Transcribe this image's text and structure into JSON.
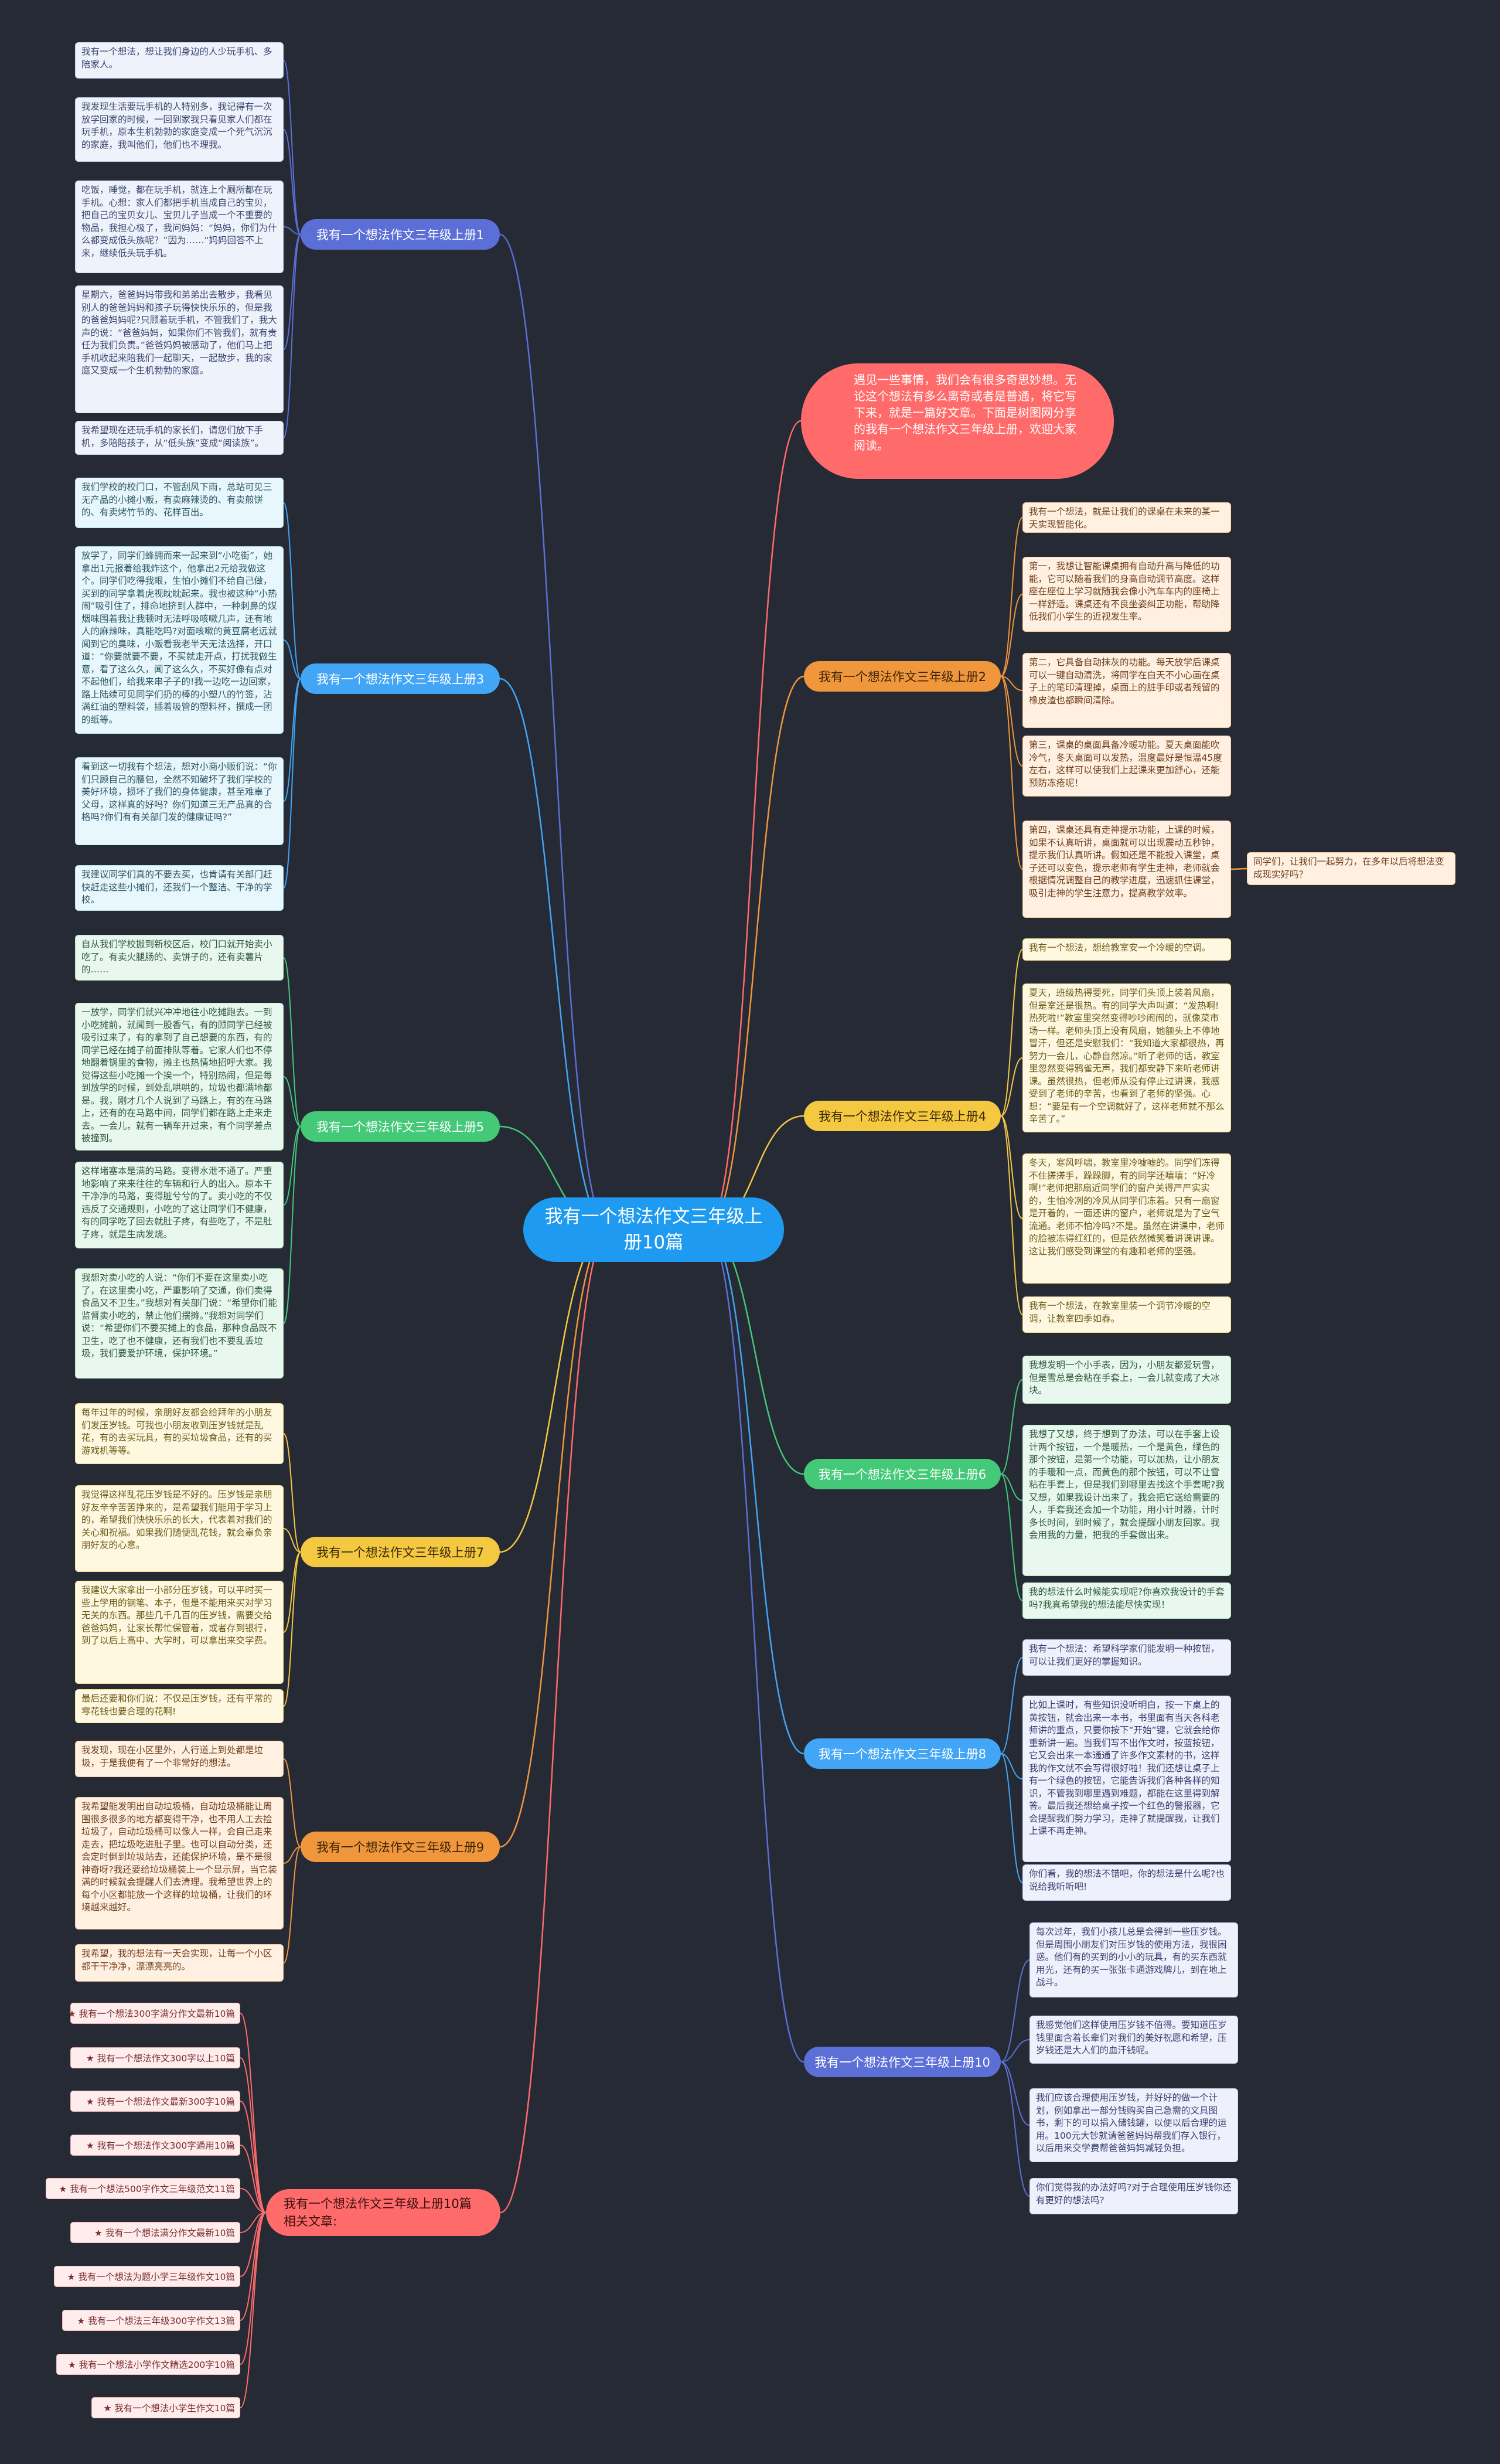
{
  "root": {
    "title": "我有一个想法作文三年级上册10篇"
  },
  "intro": {
    "text": "遇见一些事情，我们会有很多奇思妙想。无论这个想法有多么离奇或者是普通，将它写下来，就是一篇好文章。下面是树图网分享的我有一个想法作文三年级上册，欢迎大家阅读。"
  },
  "branches": {
    "b1": {
      "label": "我有一个想法作文三年级上册1",
      "color": "#5b6fd6",
      "notes": [
        "我有一个想法，想让我们身边的人少玩手机、多陪家人。",
        "我发现生活要玩手机的人特别多，我记得有一次放学回家的时候，一回到家我只看见家人们都在玩手机，原本生机勃勃的家庭变成一个死气沉沉的家庭，我叫他们，他们也不理我。",
        "吃饭，睡觉，都在玩手机，就连上个厕所都在玩手机。心想：家人们都把手机当成自己的宝贝，把自己的宝贝女儿、宝贝儿子当成一个不重要的物品，我担心极了，我问妈妈：“妈妈，你们为什么都变成低头族呢？”因为……“妈妈回答不上来，继续低头玩手机。",
        "星期六，爸爸妈妈带我和弟弟出去散步，我看见别人的爸爸妈妈和孩子玩得快快乐乐的，但是我的爸爸妈妈呢?只顾着玩手机，不管我们了，我大声的说：“爸爸妈妈，如果你们不管我们，就有责任为我们负责。”爸爸妈妈被感动了，他们马上把手机收起来陪我们一起聊天，一起散步，我的家庭又变成一个生机勃勃的家庭。",
        "我希望现在还玩手机的家长们，请您们放下手机，多陪陪孩子，从“低头族”变成“阅读族”。"
      ]
    },
    "b2": {
      "label": "我有一个想法作文三年级上册2",
      "color": "#f0963c",
      "notes": [
        "我有一个想法，就是让我们的课桌在未来的某一天实现智能化。",
        "第一，我想让智能课桌拥有自动升高与降低的功能，它可以随着我们的身高自动调节高度。这样座在座位上学习就随我会像小汽车车内的座椅上一样舒适。课桌还有不良坐姿纠正功能，帮助降低我们小学生的近视发生率。",
        "第二，它具备自动抹灰的功能。每天放学后课桌可以一键自动清洗，将同学在白天不小心画在桌子上的笔印清理掉，桌面上的脏手印或者残留的橡皮渣也都瞬间清除。",
        "第三，课桌的桌面具备冷暖功能。夏天桌面能吹冷气，冬天桌面可以发热，温度最好是恒温45度左右，这样可以使我们上起课来更加舒心，还能预防冻疮呢！",
        "第四，课桌还具有走神提示功能，上课的时候，如果不认真听讲，桌面就可以出现震动五秒钟，提示我们认真听讲。假如还是不能投入课堂，桌子还可以变色，提示老师有学生走神，老师就会根据情况调整自己的教学进度，迅速抓住课堂，吸引走神的学生注意力，提高教学效率。"
      ],
      "side": "同学们，让我们一起努力，在多年以后将想法变成现实好吗？"
    },
    "b3": {
      "label": "我有一个想法作文三年级上册3",
      "color": "#42a5f5",
      "notes": [
        "我们学校的校门口，不管刮风下雨，总站可见三无产品的小摊小贩，有卖麻辣烫的、有卖煎饼的、有卖烤竹节的、花样百出。",
        "放学了，同学们蜂拥而来一起来到“小吃街”，她拿出1元报着给我炸这个，他拿出2元给我做这个。同学们吃得我眼，生怕小摊们不给自己做，买到的同学拿着虎视眈眈起来。我也被这种“小热闹”吸引住了，排命地挤到人群中，一种刺鼻的煤烟味围着我让我顿时无法呼吸咳嗽几声，还有地人的麻辣味，真能吃吗?对面咳嗽的黄豆腐老远就闻到它的臭味，小贩看我老半天无法选择，开口道：“你要就要不要，不买就走开点，打扰我做生意，看了这么久，闻了这么久，不买好像有点对不起他们，给我来串子子的!我一边吃一边回家，路上陆续可见同学们扔的棒的小塑八的竹签，沾满红油的塑料袋，插着吸管的塑料杯，撰成一团的纸等。",
        "看到这一切我有个想法，想对小商小贩们说：“你们只顾自己的腰包，全然不知破坏了我们学校的美好环境，损坏了我们的身体健康，甚至难辜了父母，这样真的好吗？你们知道三无产品真的合格吗?你们有有关部门发的健康证吗?”",
        "我建议同学们真的不要去买，也肯请有关部门赶快赶走这些小摊们，还我们一个整洁、干净的学校。"
      ]
    },
    "b4": {
      "label": "我有一个想法作文三年级上册4",
      "color": "#f5c842",
      "notes": [
        "我有一个想法，想给教室安一个冷暖的空调。",
        "夏天，班级热得要死，同学们头顶上装着风扇，但是室还是很热。有的同学大声叫道：“发热啊!热死啦!”教室里突然变得吵吵闹闹的，就像菜市场一样。老师头顶上没有风扇，她额头上不停地冒汗，但还是安慰我们：“我知道大家都很热，再努力一会儿，心静自然凉。”听了老师的话，教室里忽然变得鸦雀无声，我们都安静下来听老师讲课。虽然很热，但老师从没有停止过讲课，我感受到了老师的辛苦，也看到了老师的坚强。心想：“要是有一个空调就好了，这样老师就不那么辛苦了。”",
        "冬天，寒风呼啸，教室里冷嘘嘘的。同学们冻得不住搓搓手，跺跺脚，有的同学还嚷嚷：“好冷啊!”老师把那扇近同学们的窗户关得严严实实的，生怕冷冽的冷风从同学们冻着。只有一扇窗是开着的，一面还讲的窗户，老师说是为了空气流通。老师不怕冷吗?不是。虽然在讲课中，老师的脸被冻得红红的，但是依然微笑着讲课讲课。这让我们感受到课堂的有趣和老师的坚强。",
        "我有一个想法，在教室里装一个调节冷暖的空调，让教室四季如春。"
      ]
    },
    "b5": {
      "label": "我有一个想法作文三年级上册5",
      "color": "#43c978",
      "notes": [
        "自从我们学校搬到新校区后，校门口就开始卖小吃了。有卖火腿肠的、卖饼子的，还有卖薯片的……",
        "一放学，同学们就兴冲冲地往小吃摊跑去。一到小吃摊前，就闻到一股香气，有的顾同学已经被吸引过来了，有的拿到了自己想要的东西，有的同学已经在摊子前面排队等着。它家人们也不停地翻着锅里的食物，摊主也热情地招呼大家。我觉得这些小吃摊一个挨一个，特别热闹，但是每到放学的时候，到处乱哄哄的，垃圾也都满地都是。我，刚才几个人说到了马路上，有的在马路上，还有的在马路中间，同学们都在路上走来走去。一会儿，就有一辆车开过来，有个同学差点被撞到。",
        "这样堵塞本是满的马路。变得水泄不通了。严重地影响了来来往往的车辆和行人的出入。原本干干净净的马路，变得脏兮兮的了。卖小吃的不仅违反了交通规则，小吃的了这让同学们不健康，有的同学吃了回去就肚子疼，有些吃了，不是肚子疼，就是生病发烧。",
        "我想对卖小吃的人说：“你们不要在这里卖小吃了，在这里卖小吃，严重影响了交通，你们卖得食品又不卫生。”我想对有关部门说：“希望你们能监督卖小吃的，禁止他们摆摊。”我想对同学们说：“希望你们不要买摊上的食品，那种食品既不卫生，吃了也不健康，还有我们也不要乱丢垃圾，我们要爱护环境，保护环境。”"
      ]
    },
    "b6": {
      "label": "我有一个想法作文三年级上册6",
      "color": "#43c978",
      "notes": [
        "我想发明一个小手表，因为，小朋友都爱玩雪，但是雪总是会粘在手套上，一会儿就变成了大冰块。",
        "我想了又想，终于想到了办法，可以在手套上设计两个按钮，一个是暖热，一个是黄色，绿色的那个按钮，是第一个功能，可以加热，让小朋友的手暖和一点，而黄色的那个按钮，可以不让雪粘在手套上，但是我们到哪里去找这个手套呢?我又想，如果我设计出来了，我会把它送给需要的人，手套我还会加一个功能，用小计时器，计时多长时间，到时候了，就会提醒小朋友回家。我会用我的力量，把我的手套做出来。",
        "我的想法什么时候能实现呢?你喜欢我设计的手套吗?我真希望我的想法能尽快实现！"
      ]
    },
    "b7": {
      "label": "我有一个想法作文三年级上册7",
      "color": "#f5c842",
      "notes": [
        "每年过年的时候，亲朋好友都会给拜年的小朋友们发压岁钱。可我也小朋友收到压岁钱就是乱花，有的去买玩具，有的买垃圾食品，还有的买游戏机等等。",
        "我觉得这样乱花压岁钱是不好的。压岁钱是亲朋好友辛辛苦苦挣来的，是希望我们能用于学习上的，希望我们快快乐乐的长大，代表着对我们的关心和祝福。如果我们随便乱花钱，就会辜负亲朋好友的心意。",
        "我建议大家拿出一小部分压岁钱，可以平时买一些上学用的钢笔、本子，但是不能用来买对学习无关的东西。那些几千几百的压岁钱，需要交给爸爸妈妈，让家长帮忙保管着，或者存到银行，到了以后上高中、大学时，可以拿出来交学费。",
        "最后还要和你们说：不仅是压岁钱，还有平常的零花钱也要合理的花啊!"
      ]
    },
    "b8": {
      "label": "我有一个想法作文三年级上册8",
      "color": "#42a5f5",
      "notes": [
        "我有一个想法：希望科学家们能发明一种按钮，可以让我们更好的掌握知识。",
        "比如上课时，有些知识没听明白，按一下桌上的黄按钮，就会出来一本书，书里面有当天各科老师讲的重点，只要你按下“开始”键，它就会给你重新讲一遍。当我们写不出作文时，按蓝按钮，它又会出来一本通通了许多作文素材的书，这样我的作文就不会写得很好啦！我们还想让桌子上有一个绿色的按钮，它能告诉我们各种各样的知识，不管我到哪里遇到难题，都能在这里得到解答。最后我还想给桌子按一个红色的警报器，它会提醒我们努力学习，走神了就提醒我，让我们上课不再走神。",
        "你们看，我的想法不错吧，你的想法是什么呢?也说给我听听吧!"
      ]
    },
    "b9": {
      "label": "我有一个想法作文三年级上册9",
      "color": "#f0963c",
      "notes": [
        "我发现，现在小区里外，人行道上到处都是垃圾，于是我便有了一个非常好的想法。",
        "我希望能发明出自动垃圾桶，自动垃圾桶能让周围很多很多的地方都变得干净，也不用人工去捡垃圾了，自动垃圾桶可以像人一样，会自己走来走去，把垃圾吃进肚子里。也可以自动分类，还会定时倒到垃圾站去，还能保护环境，是不是很神奇呀?我还要给垃圾桶装上一个显示屏，当它装满的时候就会提醒人们去清理。我希望世界上的每个小区都能放一个这样的垃圾桶，让我们的环境越来越好。",
        "我希望，我的想法有一天会实现，让每一个小区都干干净净，漂漂亮亮的。"
      ]
    },
    "b10": {
      "label": "我有一个想法作文三年级上册10",
      "color": "#5b6fd6",
      "notes": [
        "每次过年，我们小孩儿总是会得到一些压岁钱。但是周围小朋友们对压岁钱的使用方法，我很困惑。他们有的买到的小小的玩具，有的买东西就用光，还有的买一张张卡通游戏牌儿，到在地上战斗。",
        "我感觉他们这样使用压岁钱不值得。要知道压岁钱里面含着长辈们对我们的美好祝愿和希望，压岁钱还是大人们的血汗钱呢。",
        "我们应该合理使用压岁钱，并好好的做一个计划，例如拿出一部分钱购买自己急需的文具图书，剩下的可以捐入储钱罐，以便以后合理的运用。100元大钞就请爸爸妈妈帮我们存入银行，以后用来交学费帮爸爸妈妈减轻负担。",
        "你们觉得我的办法好吗?对于合理使用压岁钱你还有更好的想法吗?"
      ]
    }
  },
  "related": {
    "label": "我有一个想法作文三年级上册10篇相关文章:",
    "color": "#ff6b6b",
    "items": [
      "★ 我有一个想法300字满分作文最新10篇",
      "★ 我有一个想法作文300字以上10篇",
      "★ 我有一个想法作文最新300字10篇",
      "★ 我有一个想法作文300字通用10篇",
      "★ 我有一个想法500字作文三年级范文11篇",
      "★ 我有一个想法满分作文最新10篇",
      "★ 我有一个想法为题小学三年级作文10篇",
      "★ 我有一个想法三年级300字作文13篇",
      "★ 我有一个想法小学作文精选200字10篇",
      "★ 我有一个想法小学生作文10篇"
    ]
  }
}
